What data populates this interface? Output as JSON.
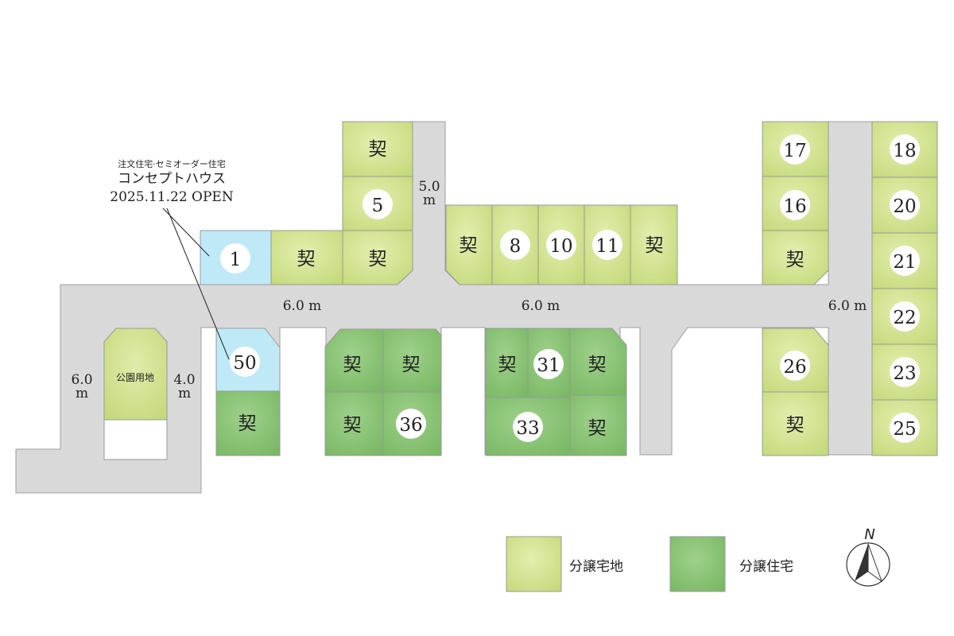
{
  "announcement": {
    "line1": "注文住宅·セミオーダー住宅",
    "line2": "コンセプトハウス",
    "line3": "2025.11.22 OPEN"
  },
  "roads": {
    "north_spur": "5.0",
    "north_spur_unit": "m",
    "main_west": "6.0 m",
    "main_center": "6.0 m",
    "east_vertical": "6.0 m",
    "west_left": "6.0",
    "west_left_unit": "m",
    "west_right": "4.0",
    "west_right_unit": "m"
  },
  "park": {
    "label": "公園用地"
  },
  "lots": {
    "nw_top": "契",
    "nw_5": "5",
    "nw_1": "1",
    "nw_a": "契",
    "nw_b": "契",
    "n_a": "契",
    "n_8": "8",
    "n_10": "10",
    "n_11": "11",
    "n_b": "契",
    "ne_17": "17",
    "ne_16": "16",
    "ne_a": "契",
    "e_18": "18",
    "e_20": "20",
    "e_21": "21",
    "e_22": "22",
    "e_23": "23",
    "e_25": "25",
    "s_50": "50",
    "s_a": "契",
    "sc_1": "契",
    "sc_2": "契",
    "sc_3": "契",
    "sc_36": "36",
    "sm_a": "契",
    "sm_31": "31",
    "sm_b": "契",
    "sm_33": "33",
    "sm_c": "契",
    "se_26": "26",
    "se_a": "契"
  },
  "legend": {
    "land": "分譲宅地",
    "house": "分譲住宅"
  },
  "compass": {
    "label": "N"
  },
  "colors": {
    "road": "#d9d9d9",
    "land_lot": "#cddf8a",
    "house_lot": "#86c272",
    "concept_lot": "#bfe9f7"
  }
}
